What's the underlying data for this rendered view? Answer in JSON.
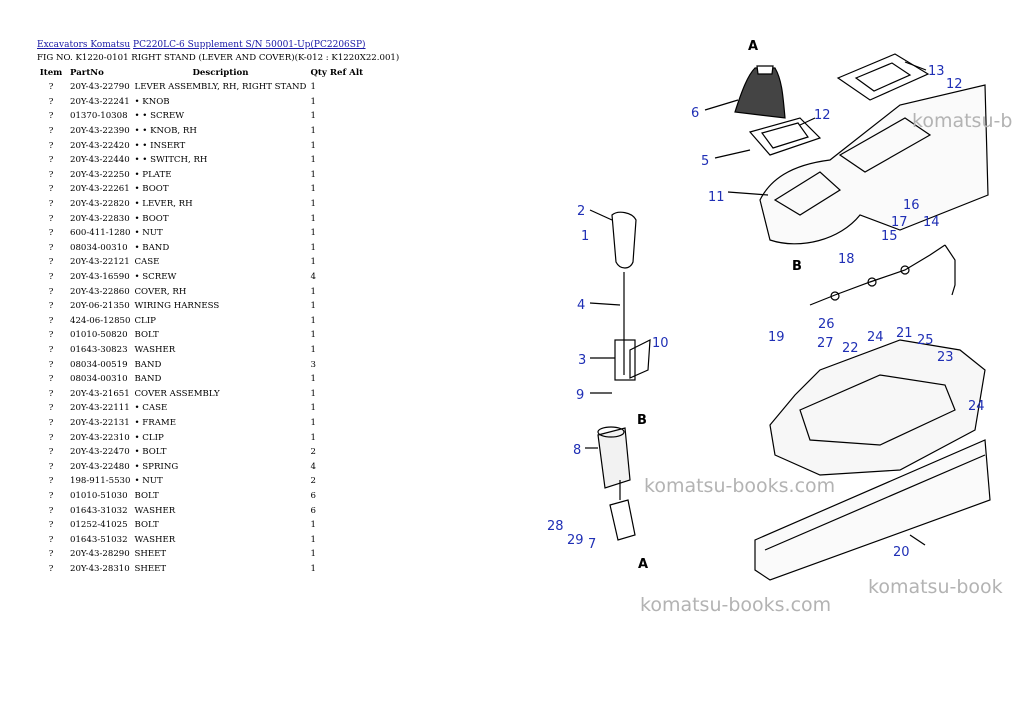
{
  "breadcrumb": {
    "links": [
      "Excavators Komatsu",
      "PC220LC-6 Supplement S/N 50001-Up(PC2206SP)"
    ]
  },
  "fig_title": "FIG NO. K1220-0101 RIGHT STAND (LEVER AND COVER)(K-012 : K1220X22.001)",
  "table": {
    "headers": [
      "Item",
      "PartNo",
      "Description",
      "Qty Ref Alt"
    ],
    "rows": [
      [
        "?",
        "20Y-43-22790",
        "LEVER ASSEMBLY, RH, RIGHT STAND",
        "1"
      ],
      [
        "?",
        "20Y-43-22241",
        "• KNOB",
        "1"
      ],
      [
        "?",
        "01370-10308",
        "• • SCREW",
        "1"
      ],
      [
        "?",
        "20Y-43-22390",
        "• • KNOB, RH",
        "1"
      ],
      [
        "?",
        "20Y-43-22420",
        "• • INSERT",
        "1"
      ],
      [
        "?",
        "20Y-43-22440",
        "• • SWITCH, RH",
        "1"
      ],
      [
        "?",
        "20Y-43-22250",
        "• PLATE",
        "1"
      ],
      [
        "?",
        "20Y-43-22261",
        "• BOOT",
        "1"
      ],
      [
        "?",
        "20Y-43-22820",
        "• LEVER, RH",
        "1"
      ],
      [
        "?",
        "20Y-43-22830",
        "• BOOT",
        "1"
      ],
      [
        "?",
        "600-411-1280",
        "• NUT",
        "1"
      ],
      [
        "?",
        "08034-00310",
        "• BAND",
        "1"
      ],
      [
        "?",
        "20Y-43-22121",
        "CASE",
        "1"
      ],
      [
        "?",
        "20Y-43-16590",
        "• SCREW",
        "4"
      ],
      [
        "?",
        "20Y-43-22860",
        "COVER, RH",
        "1"
      ],
      [
        "?",
        "20Y-06-21350",
        "WIRING HARNESS",
        "1"
      ],
      [
        "?",
        "424-06-12850",
        "CLIP",
        "1"
      ],
      [
        "?",
        "01010-50820",
        "BOLT",
        "1"
      ],
      [
        "?",
        "01643-30823",
        "WASHER",
        "1"
      ],
      [
        "?",
        "08034-00519",
        "BAND",
        "3"
      ],
      [
        "?",
        "08034-00310",
        "BAND",
        "1"
      ],
      [
        "?",
        "20Y-43-21651",
        "COVER ASSEMBLY",
        "1"
      ],
      [
        "?",
        "20Y-43-22111",
        "• CASE",
        "1"
      ],
      [
        "?",
        "20Y-43-22131",
        "• FRAME",
        "1"
      ],
      [
        "?",
        "20Y-43-22310",
        "• CLIP",
        "1"
      ],
      [
        "?",
        "20Y-43-22470",
        "• BOLT",
        "2"
      ],
      [
        "?",
        "20Y-43-22480",
        "• SPRING",
        "4"
      ],
      [
        "?",
        "198-911-5530",
        "• NUT",
        "2"
      ],
      [
        "?",
        "01010-51030",
        "BOLT",
        "6"
      ],
      [
        "?",
        "01643-31032",
        "WASHER",
        "6"
      ],
      [
        "?",
        "01252-41025",
        "BOLT",
        "1"
      ],
      [
        "?",
        "01643-51032",
        "WASHER",
        "1"
      ],
      [
        "?",
        "20Y-43-28290",
        "SHEET",
        "1"
      ],
      [
        "?",
        "20Y-43-28310",
        "SHEET",
        "1"
      ]
    ]
  },
  "diagram": {
    "callouts": [
      "1",
      "2",
      "3",
      "4",
      "5",
      "6",
      "7",
      "8",
      "9",
      "10",
      "11",
      "12",
      "12",
      "13",
      "14",
      "15",
      "16",
      "17",
      "18",
      "19",
      "20",
      "21",
      "22",
      "23",
      "24",
      "24",
      "25",
      "26",
      "27",
      "28",
      "29"
    ],
    "letters": [
      "A",
      "A",
      "B",
      "B"
    ],
    "watermarks": [
      "komatsu-b",
      "komatsu-books.com",
      "komatsu-book",
      "komatsu-books.com"
    ]
  },
  "colors": {
    "link": "#1a1aa6",
    "callout": "#1f2fb5",
    "watermark": "#b3b3b3"
  }
}
